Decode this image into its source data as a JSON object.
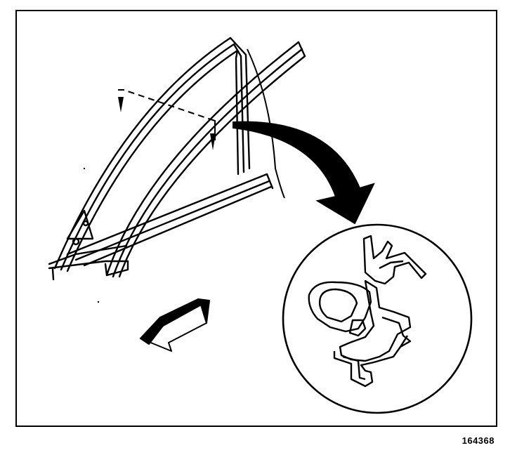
{
  "figure": {
    "number": "164368"
  },
  "colors": {
    "line": "#000000",
    "fill": "#ffffff"
  },
  "parts": {
    "window_frame": "door-window-frame",
    "detail_callout": "weatherstrip-cross-section",
    "direction_indicator": "forward-arrow-icon",
    "section_indicator": "section-cut-line"
  }
}
